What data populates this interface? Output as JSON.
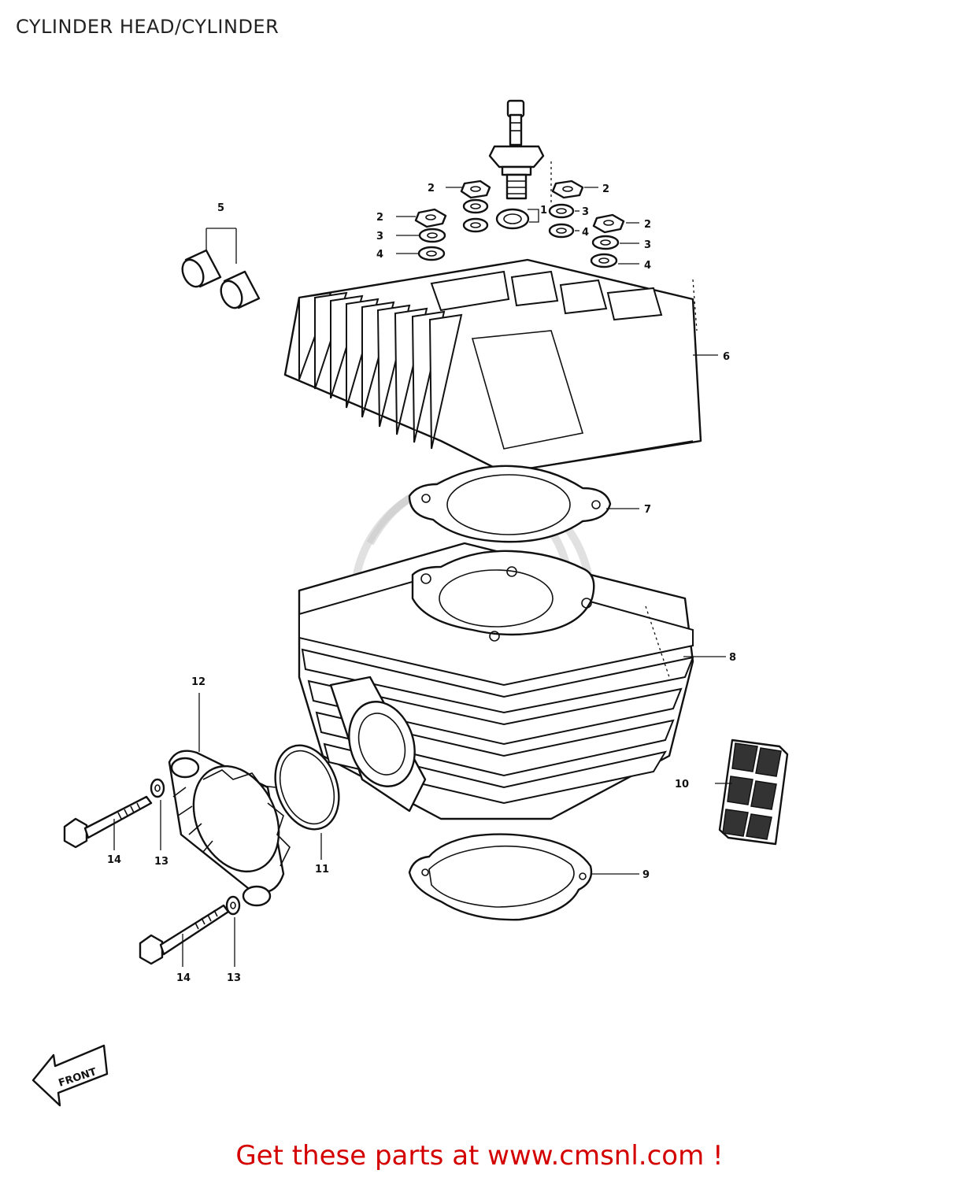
{
  "title": "CYLINDER HEAD/CYLINDER",
  "footer": {
    "text": "Get these parts at www.cmsnl.com !"
  },
  "front_label": "FRONT",
  "callouts": [
    {
      "id": "1a",
      "label": "1"
    },
    {
      "id": "2a",
      "label": "2"
    },
    {
      "id": "2b",
      "label": "2"
    },
    {
      "id": "2c",
      "label": "2"
    },
    {
      "id": "2d",
      "label": "2"
    },
    {
      "id": "3a",
      "label": "3"
    },
    {
      "id": "3b",
      "label": "3"
    },
    {
      "id": "3c",
      "label": "3"
    },
    {
      "id": "4a",
      "label": "4"
    },
    {
      "id": "4b",
      "label": "4"
    },
    {
      "id": "4c",
      "label": "4"
    },
    {
      "id": "5",
      "label": "5"
    },
    {
      "id": "6",
      "label": "6"
    },
    {
      "id": "7",
      "label": "7"
    },
    {
      "id": "8",
      "label": "8"
    },
    {
      "id": "9",
      "label": "9"
    },
    {
      "id": "10",
      "label": "10"
    },
    {
      "id": "11",
      "label": "11"
    },
    {
      "id": "12",
      "label": "12"
    },
    {
      "id": "13a",
      "label": "13"
    },
    {
      "id": "13b",
      "label": "13"
    },
    {
      "id": "14a",
      "label": "14"
    },
    {
      "id": "14b",
      "label": "14"
    }
  ]
}
